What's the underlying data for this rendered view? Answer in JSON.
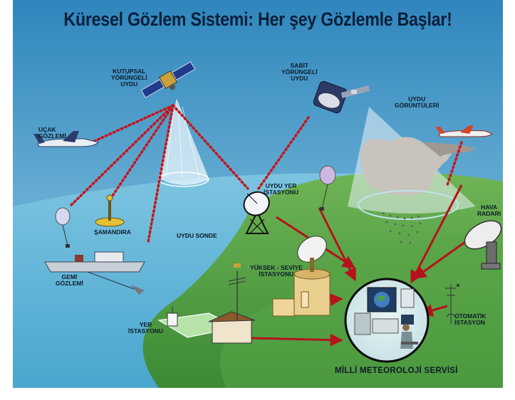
{
  "title": "Küresel Gözlem Sistemi: Her şey Gözlemle Başlar!",
  "labels": {
    "polar_satellite": "KUTUPSAL\nYÖRÜNGELİ\nUYDU",
    "geo_satellite": "SABİT\nYÖRÜNGELİ\nUYDU",
    "satellite_images": "UYDU\nGÖRÜNTÜLERİ",
    "aircraft_obs": "UÇAK\nGÖZLEMİ",
    "buoy": "ŞAMANDIRA",
    "radiosonde": "UYDU SONDE",
    "sat_ground_station": "UYDU YER\nİSTASYONU",
    "weather_radar": "HAVA\nRADARI",
    "ship_obs": "GEMİ\nGÖZLEMİ",
    "upper_air_station": "YÜKSEK - SEVİYE\nİSTASYONU",
    "automatic_station": "OTOMATİK\nİSTASYON",
    "ground_station": "YER\nİSTASYONU",
    "met_service": "MİLLİ METEOROLOJİ SERVİSİ"
  },
  "colors": {
    "sky": "#3f95c4",
    "land": "#4e9a43",
    "land_light": "#7fbf5e",
    "sea": "#6ab9d8",
    "link_dotted": "#c4161c",
    "arrow": "#b5121b"
  },
  "icons": [
    "polar-satellite-icon",
    "geostationary-satellite-icon",
    "aircraft-icon",
    "buoy-icon",
    "radiosonde-balloon-icon",
    "ship-icon",
    "satellite-dish-icon",
    "radar-dish-icon",
    "weather-station-icon",
    "met-center-icon",
    "cloud-icon"
  ]
}
